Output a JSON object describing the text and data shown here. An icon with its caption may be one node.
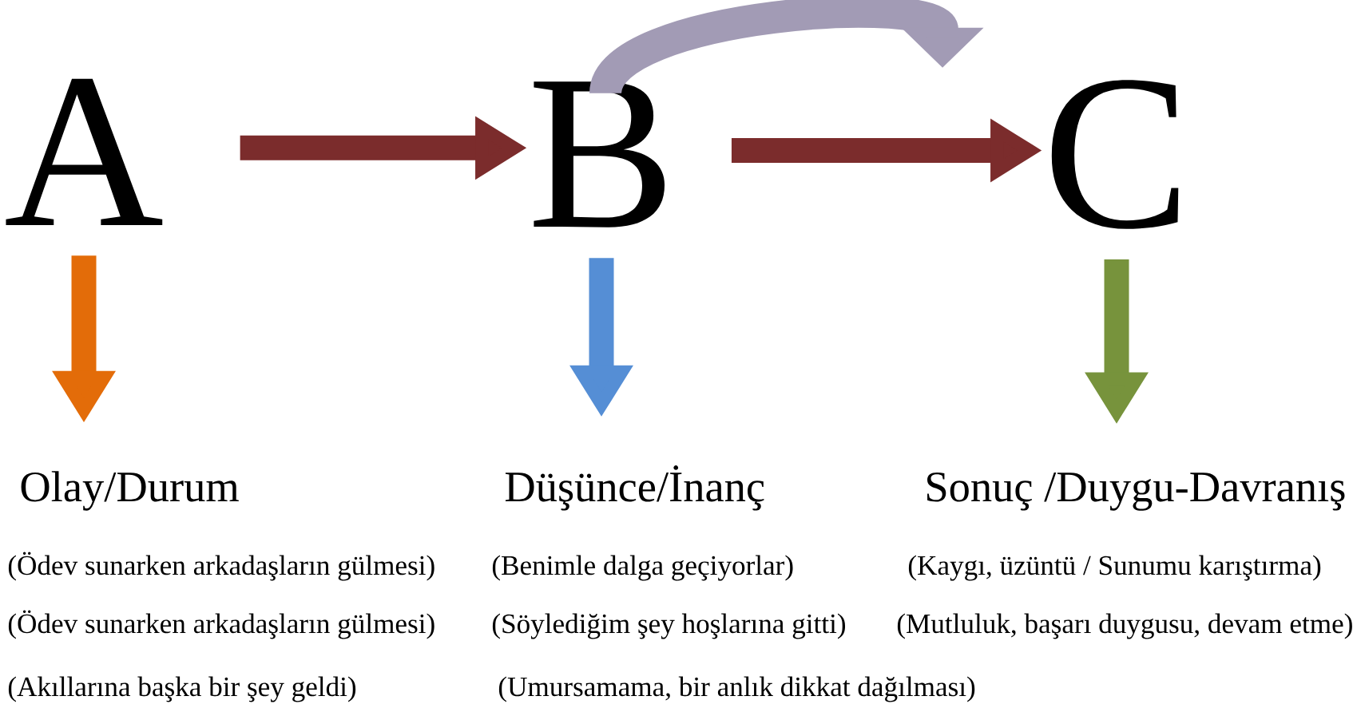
{
  "diagram": {
    "nodes": [
      {
        "text": [
          "A"
        ]
      },
      {
        "text": [
          "B"
        ]
      },
      {
        "text": [
          "C"
        ]
      },
      {
        "text": [
          "Olay/Durum"
        ]
      },
      {
        "text": [
          "Düşünce/İnanç"
        ]
      },
      {
        "text": [
          "Sonuç /Duygu-Davranış"
        ]
      }
    ],
    "edges": [
      {
        "from": 0,
        "to": 1,
        "arrow": "to",
        "color": "#7b2c2c"
      },
      {
        "from": 1,
        "to": 2,
        "arrow": "to",
        "color": "#7b2c2c"
      },
      {
        "from": 1,
        "to": 2,
        "arrow": "to",
        "color": "#a29bb5"
      },
      {
        "from": 0,
        "to": 3,
        "arrow": "to",
        "color": "#e36c09"
      },
      {
        "from": 1,
        "to": 4,
        "arrow": "to",
        "color": "#558ed5"
      },
      {
        "from": 2,
        "to": 5,
        "arrow": "to",
        "color": "#77933c"
      }
    ],
    "labels": [
      "(Ödev sunarken arkadaşların gülmesi)",
      "(Benimle dalga geçiyorlar)",
      "(Kaygı, üzüntü / Sunumu karıştırma)",
      "(Ödev sunarken arkadaşların gülmesi)",
      "(Söylediğim şey hoşlarına gitti)",
      "(Mutluluk, başarı duygusu, devam etme)",
      "(Akıllarına başka bir şey geldi)",
      "(Umursamama, bir anlık dikkat dağılması)"
    ]
  }
}
